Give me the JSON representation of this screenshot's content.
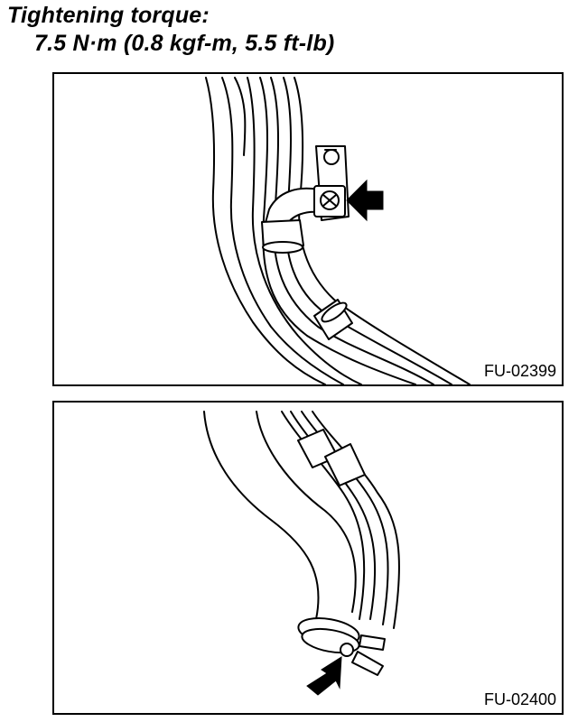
{
  "heading": {
    "line1": "Tightening torque:",
    "line2": "7.5 N·m (0.8 kgf-m, 5.5 ft-lb)"
  },
  "figures": [
    {
      "code": "FU-02399"
    },
    {
      "code": "FU-02400"
    }
  ]
}
